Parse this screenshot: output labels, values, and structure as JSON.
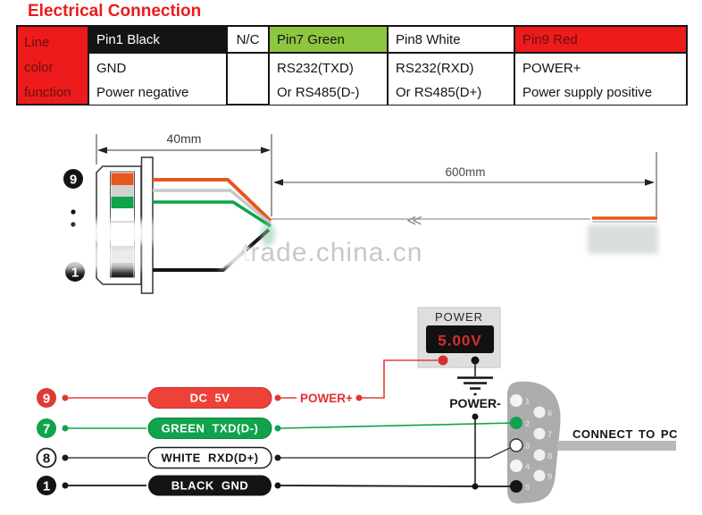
{
  "title": "Electrical Connection",
  "colors": {
    "red": "#ED1B1B",
    "dark_red_text": "#6B0F0F",
    "green_header": "#8DC63F",
    "green": "#0FA34C",
    "orange_wire": "#E8571E",
    "silver_wire": "#C8C8C8",
    "black": "#141414",
    "pill_red": "#EE4138",
    "meter_reading_red": "#D53030",
    "connector_gray": "#ACACAC",
    "watermark_gray": "#C8C8C8"
  },
  "pin_table": {
    "row_labels": [
      "Line",
      "color",
      "function"
    ],
    "columns": [
      {
        "header": "Pin1 Black",
        "line1": "GND",
        "line2": "Power negative"
      },
      {
        "header": "N/C",
        "line1": "",
        "line2": ""
      },
      {
        "header": "Pin7 Green",
        "line1": "RS232(TXD)",
        "line2": "Or RS485(D-)"
      },
      {
        "header": "Pin8 White",
        "line1": "RS232(RXD)",
        "line2": "Or RS485(D+)"
      },
      {
        "header": "Pin9 Red",
        "line1": "POWER+",
        "line2": "Power supply positive"
      }
    ]
  },
  "top_diagram": {
    "pin9_label": "9",
    "pin1_label": "1",
    "dim_40": "40mm",
    "dim_600": "600mm",
    "break_mark": "≪",
    "watermark": "trade.china.cn"
  },
  "bottom_diagram": {
    "meter": {
      "label": "POWER",
      "reading": "5.00V"
    },
    "power_plus": "POWER+",
    "power_minus": "POWER-",
    "rows": [
      {
        "num": "9",
        "pill": "DC 5V"
      },
      {
        "num": "7",
        "pill": "GREEN TXD(D-)"
      },
      {
        "num": "8",
        "pill": "WHITE RXD(D+)"
      },
      {
        "num": "1",
        "pill": "BLACK GND"
      }
    ],
    "connector": {
      "pins": [
        "1",
        "2",
        "3",
        "4",
        "5",
        "6",
        "7",
        "8",
        "9"
      ],
      "label": "CONNECT TO PC"
    }
  }
}
